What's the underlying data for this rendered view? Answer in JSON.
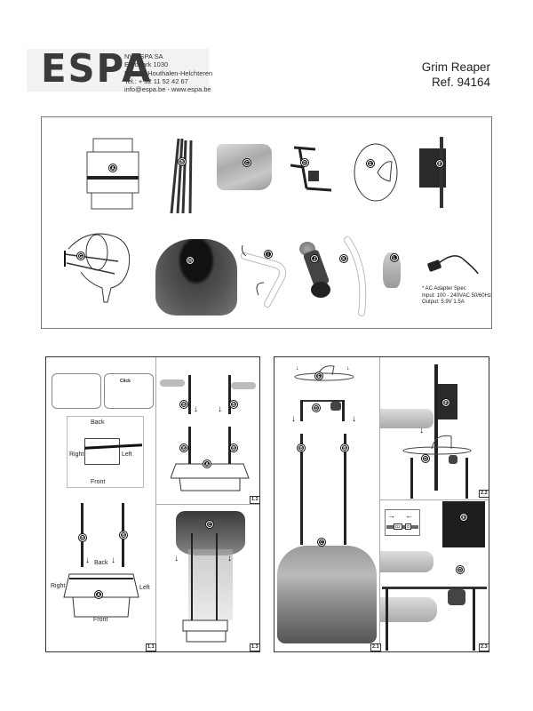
{
  "header": {
    "logo": "ESPA",
    "company_lines": [
      "NV ESPA SA",
      "Europark 1030",
      "B-3530 Houthalen-Helchteren",
      "Tel.: + 32 11 52 42 67",
      "info@espa.be - www.espa.be"
    ],
    "product_name": "Grim Reaper",
    "reference": "Ref. 94164"
  },
  "parts": {
    "items": [
      {
        "letter": "A",
        "name": "base-plate"
      },
      {
        "letter": "B",
        "name": "poles"
      },
      {
        "letter": "C",
        "name": "robe"
      },
      {
        "letter": "D",
        "name": "motor-frame"
      },
      {
        "letter": "E",
        "name": "shoulder-ring"
      },
      {
        "letter": "F",
        "name": "control-box"
      },
      {
        "letter": "G",
        "name": "head-frame"
      },
      {
        "letter": "H",
        "name": "hood"
      },
      {
        "letter": "I",
        "name": "left-arm"
      },
      {
        "letter": "J",
        "name": "head-speaker"
      },
      {
        "letter": "K",
        "name": "right-arm"
      },
      {
        "letter": "L",
        "name": "hand"
      }
    ],
    "adapter_spec": {
      "title": "* AC Adapter Spec",
      "input": "Input: 100 - 240VAC 50/60Hz",
      "output": "Output: 5.9V 1.5A"
    }
  },
  "steps": {
    "s1_1": {
      "number": "1.1",
      "click_label": "Click",
      "inset_labels": {
        "back": "Back",
        "right": "Right",
        "left": "Left",
        "front": "Front"
      },
      "labels": {
        "back": "Back",
        "right": "Right",
        "left": "Left",
        "front": "Front"
      },
      "parts": [
        "B",
        "B",
        "A"
      ]
    },
    "s1_2": {
      "number": "1.2",
      "parts": [
        "B",
        "B",
        "B",
        "B",
        "A"
      ]
    },
    "s1_3": {
      "number": "1.3",
      "parts": [
        "C"
      ]
    },
    "s2_1": {
      "number": "2.1",
      "parts": [
        "E",
        "D",
        "B",
        "B",
        "C"
      ]
    },
    "s2_2": {
      "number": "2.2",
      "parts": [
        "F",
        "D"
      ]
    },
    "s2_3": {
      "number": "2.3",
      "parts": [
        "F",
        "D"
      ],
      "connector_labels": [
        "D2",
        "D"
      ]
    }
  }
}
